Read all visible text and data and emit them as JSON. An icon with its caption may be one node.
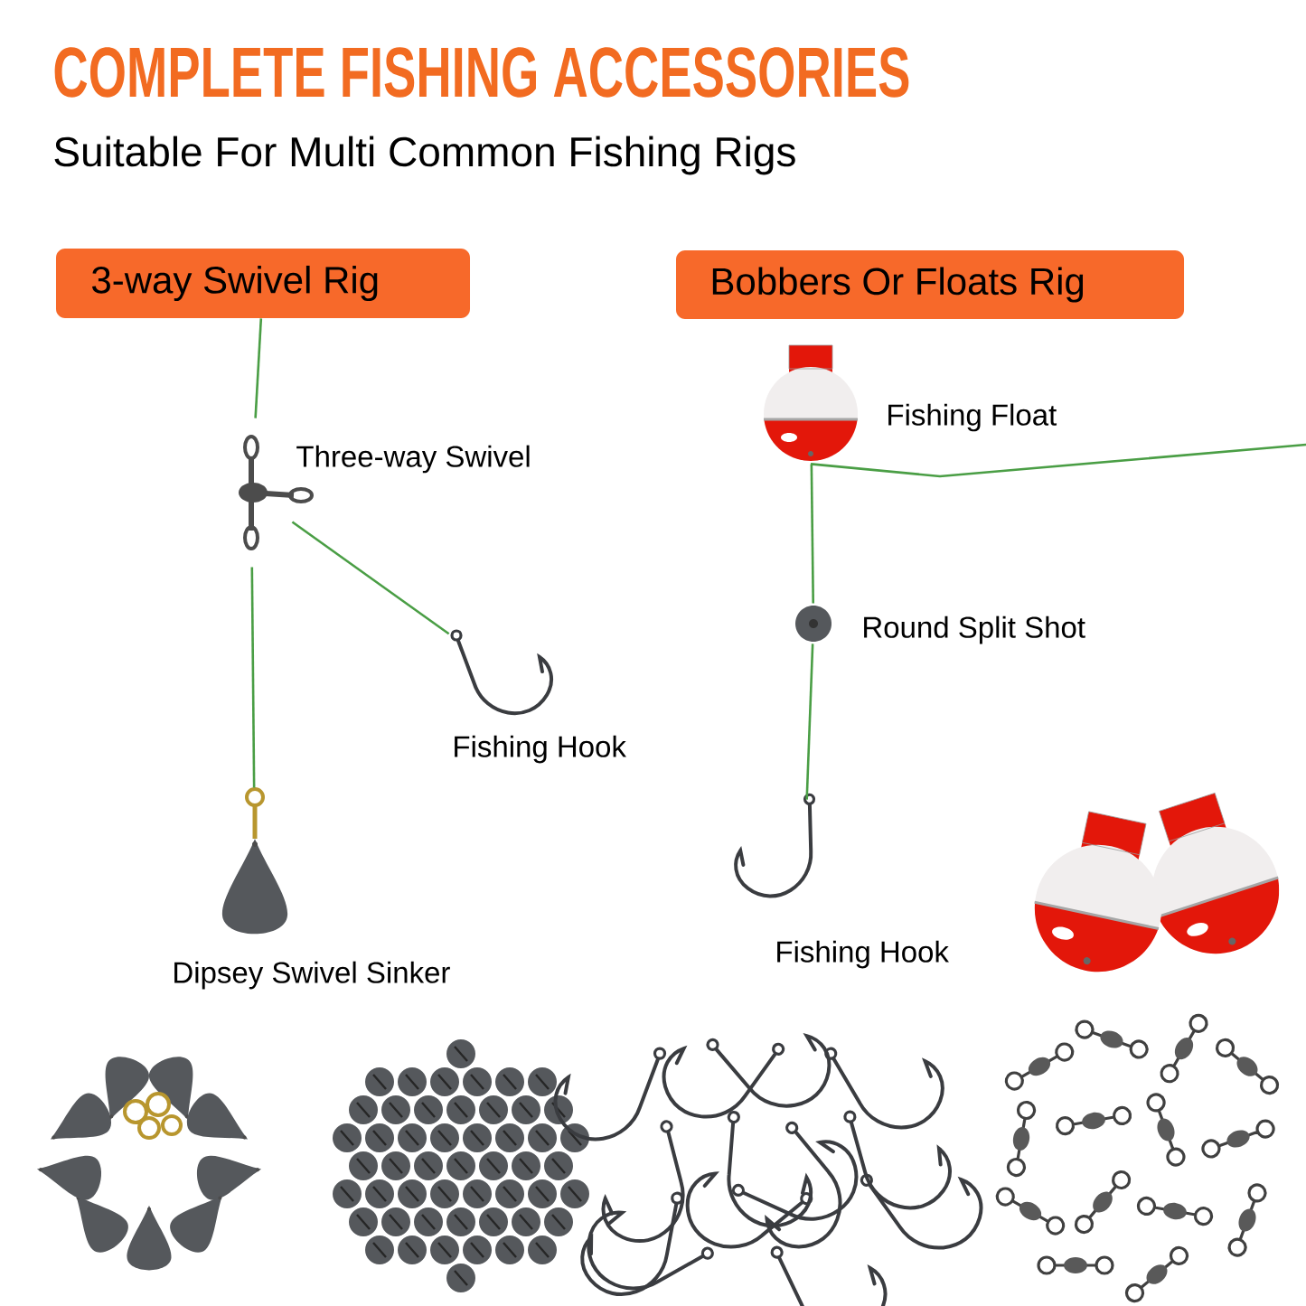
{
  "diagram": {
    "title": "COMPLETE FISHING ACCESSORIES",
    "nodes": [
      {
        "text": [
          "3-way Swivel Rig"
        ]
      },
      {
        "text": [
          "Bobbers Or Floats Rig"
        ]
      },
      {
        "text": [],
        "shape": "picture",
        "beside": [
          "Three-way Swivel"
        ]
      },
      {
        "text": [],
        "shape": "picture",
        "beside": [
          "Fishing Hook"
        ]
      },
      {
        "text": [],
        "shape": "picture",
        "beside": [
          "Dipsey Swivel Sinker"
        ]
      },
      {
        "text": [],
        "shape": "picture",
        "beside": [
          "Fishing Float"
        ]
      },
      {
        "text": [],
        "shape": "picture",
        "beside": [
          "Round Split Shot"
        ]
      },
      {
        "text": [],
        "shape": "picture",
        "beside": [
          "Fishing Hook"
        ]
      }
    ],
    "edges": [
      {
        "from": 0,
        "to": 2,
        "arrow": "none"
      },
      {
        "from": 2,
        "to": 3,
        "arrow": "none"
      },
      {
        "from": 2,
        "to": 4,
        "arrow": "none"
      },
      {
        "from": 5,
        "to": 6,
        "arrow": "none"
      },
      {
        "from": 6,
        "to": 7,
        "arrow": "none"
      },
      {
        "from": 5,
        "to": null,
        "arrow": "none"
      }
    ],
    "labels": [
      "Suitable For Multi Common Fishing Rigs"
    ]
  }
}
